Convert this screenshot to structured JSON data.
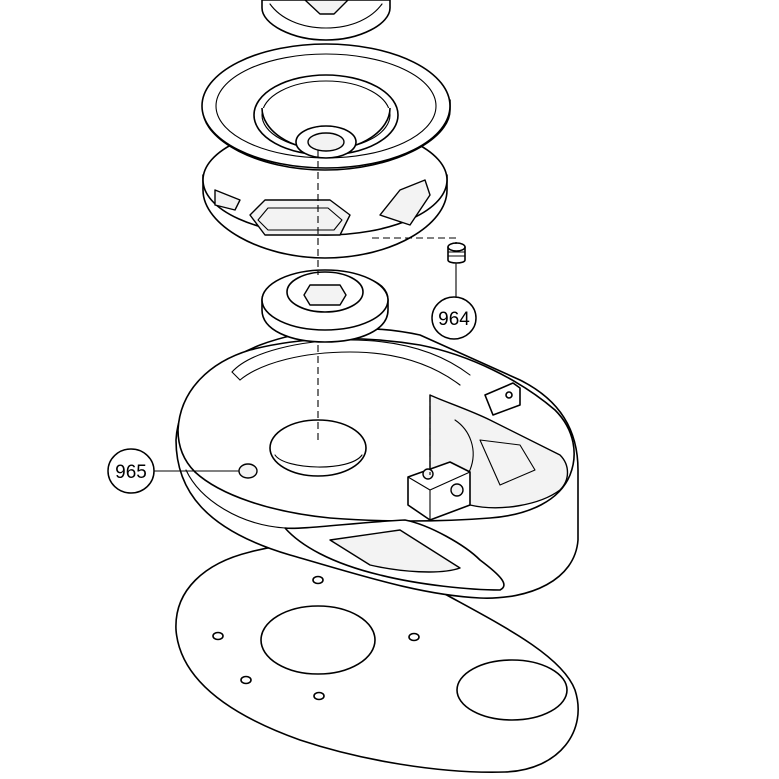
{
  "diagram": {
    "callouts": [
      {
        "id": "callout-964",
        "label": "964"
      },
      {
        "id": "callout-965",
        "label": "965"
      }
    ],
    "parts": [
      "top-cap",
      "drum-pulley",
      "set-screw",
      "bearing-bushing",
      "gear-housing-base",
      "base-gasket"
    ]
  }
}
